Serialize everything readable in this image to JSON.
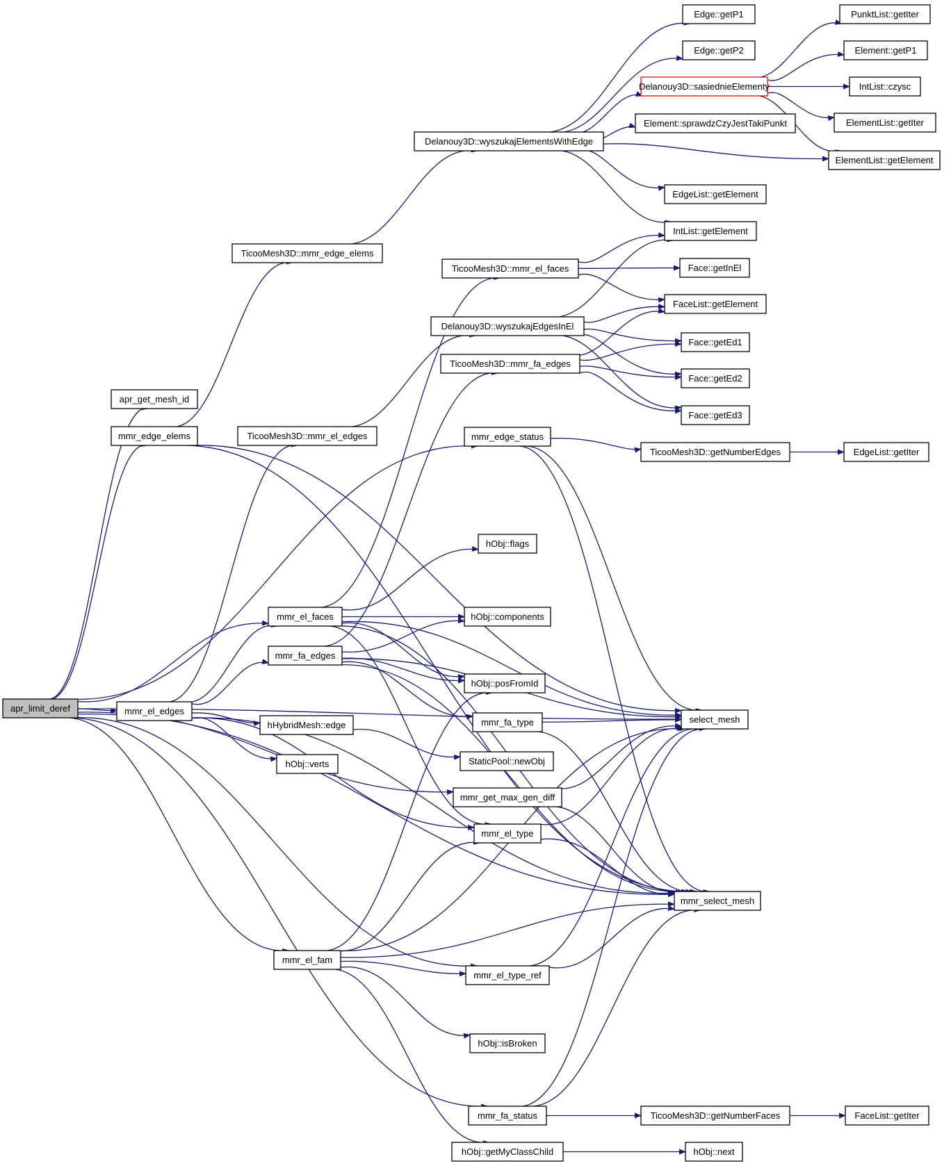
{
  "colors": {
    "edge": "#191970",
    "root_fill": "#bfbfbf",
    "highlight_border": "#ff0000"
  },
  "nodes": [
    {
      "id": "root",
      "label": "apr_limit_deref",
      "style": "root"
    },
    {
      "id": "apr_get_mesh_id",
      "label": "apr_get_mesh_id"
    },
    {
      "id": "mmr_edge_elems",
      "label": "mmr_edge_elems"
    },
    {
      "id": "mmr_el_edges",
      "label": "mmr_el_edges"
    },
    {
      "id": "T_edge_elems",
      "label": "TicooMesh3D::mmr_edge_elems"
    },
    {
      "id": "T_el_edges",
      "label": "TicooMesh3D::mmr_el_edges"
    },
    {
      "id": "D_wyszElWE",
      "label": "Delanouy3D::wyszukajElementsWithEdge"
    },
    {
      "id": "T_el_faces",
      "label": "TicooMesh3D::mmr_el_faces"
    },
    {
      "id": "D_wyszEdgesInEl",
      "label": "Delanouy3D::wyszukajEdgesInEl"
    },
    {
      "id": "T_fa_edges",
      "label": "TicooMesh3D::mmr_fa_edges"
    },
    {
      "id": "mmr_edge_status",
      "label": "mmr_edge_status"
    },
    {
      "id": "hObj_flags",
      "label": "hObj::flags"
    },
    {
      "id": "mmr_el_faces",
      "label": "mmr_el_faces"
    },
    {
      "id": "hObj_components",
      "label": "hObj::components"
    },
    {
      "id": "mmr_fa_edges",
      "label": "mmr_fa_edges"
    },
    {
      "id": "hObj_posFromId",
      "label": "hObj::posFromId"
    },
    {
      "id": "mmr_fa_type",
      "label": "mmr_fa_type"
    },
    {
      "id": "hHybridMesh_edge",
      "label": "hHybridMesh::edge"
    },
    {
      "id": "StaticPool_newObj",
      "label": "StaticPool::newObj"
    },
    {
      "id": "hObj_verts",
      "label": "hObj::verts"
    },
    {
      "id": "mmr_get_max_gen_diff",
      "label": "mmr_get_max_gen_diff"
    },
    {
      "id": "mmr_el_type",
      "label": "mmr_el_type"
    },
    {
      "id": "mmr_el_fam",
      "label": "mmr_el_fam"
    },
    {
      "id": "mmr_el_type_ref",
      "label": "mmr_el_type_ref"
    },
    {
      "id": "hObj_isBroken",
      "label": "hObj::isBroken"
    },
    {
      "id": "mmr_fa_status",
      "label": "mmr_fa_status"
    },
    {
      "id": "hObj_getMyClassChild",
      "label": "hObj::getMyClassChild"
    },
    {
      "id": "Edge_getP1",
      "label": "Edge::getP1"
    },
    {
      "id": "Edge_getP2",
      "label": "Edge::getP2"
    },
    {
      "id": "D_sasiednie",
      "label": "Delanouy3D::sasiednieElementy",
      "style": "highlight"
    },
    {
      "id": "Element_sprawdz",
      "label": "Element::sprawdzCzyJestTakiPunkt"
    },
    {
      "id": "EdgeList_getElement",
      "label": "EdgeList::getElement"
    },
    {
      "id": "IntList_getElement",
      "label": "IntList::getElement"
    },
    {
      "id": "Face_getInEl",
      "label": "Face::getInEl"
    },
    {
      "id": "FaceList_getElement",
      "label": "FaceList::getElement"
    },
    {
      "id": "Face_getEd1",
      "label": "Face::getEd1"
    },
    {
      "id": "Face_getEd2",
      "label": "Face::getEd2"
    },
    {
      "id": "Face_getEd3",
      "label": "Face::getEd3"
    },
    {
      "id": "T_getNumberEdges",
      "label": "TicooMesh3D::getNumberEdges"
    },
    {
      "id": "select_mesh",
      "label": "select_mesh"
    },
    {
      "id": "mmr_select_mesh",
      "label": "mmr_select_mesh"
    },
    {
      "id": "T_getNumberFaces",
      "label": "TicooMesh3D::getNumberFaces"
    },
    {
      "id": "hObj_next",
      "label": "hObj::next"
    },
    {
      "id": "PunktList_getIter",
      "label": "PunktList::getIter"
    },
    {
      "id": "Element_getP1",
      "label": "Element::getP1"
    },
    {
      "id": "IntList_czysc",
      "label": "IntList::czysc"
    },
    {
      "id": "ElementList_getIter",
      "label": "ElementList::getIter"
    },
    {
      "id": "ElementList_getElement",
      "label": "ElementList::getElement"
    },
    {
      "id": "EdgeList_getIter",
      "label": "EdgeList::getIter"
    },
    {
      "id": "FaceList_getIter",
      "label": "FaceList::getIter"
    }
  ],
  "edges": [
    [
      "root",
      "apr_get_mesh_id"
    ],
    [
      "root",
      "mmr_edge_elems"
    ],
    [
      "root",
      "mmr_el_edges"
    ],
    [
      "root",
      "mmr_edge_status"
    ],
    [
      "root",
      "mmr_el_faces"
    ],
    [
      "root",
      "select_mesh"
    ],
    [
      "root",
      "mmr_get_max_gen_diff"
    ],
    [
      "root",
      "mmr_el_fam"
    ],
    [
      "root",
      "mmr_el_type_ref"
    ],
    [
      "root",
      "mmr_fa_status"
    ],
    [
      "root",
      "mmr_select_mesh"
    ],
    [
      "mmr_edge_elems",
      "T_edge_elems"
    ],
    [
      "mmr_edge_elems",
      "select_mesh"
    ],
    [
      "mmr_edge_elems",
      "mmr_select_mesh"
    ],
    [
      "T_edge_elems",
      "D_wyszElWE"
    ],
    [
      "D_wyszElWE",
      "Edge_getP1"
    ],
    [
      "D_wyszElWE",
      "Edge_getP2"
    ],
    [
      "D_wyszElWE",
      "D_sasiednie"
    ],
    [
      "D_wyszElWE",
      "Element_sprawdz"
    ],
    [
      "D_wyszElWE",
      "ElementList_getElement"
    ],
    [
      "D_wyszElWE",
      "EdgeList_getElement"
    ],
    [
      "D_wyszElWE",
      "IntList_getElement"
    ],
    [
      "D_sasiednie",
      "PunktList_getIter"
    ],
    [
      "D_sasiednie",
      "Element_getP1"
    ],
    [
      "D_sasiednie",
      "IntList_czysc"
    ],
    [
      "D_sasiednie",
      "ElementList_getIter"
    ],
    [
      "D_sasiednie",
      "ElementList_getElement"
    ],
    [
      "mmr_el_edges",
      "T_el_edges"
    ],
    [
      "mmr_el_edges",
      "mmr_el_faces"
    ],
    [
      "mmr_el_edges",
      "mmr_fa_edges"
    ],
    [
      "mmr_el_edges",
      "hHybridMesh_edge"
    ],
    [
      "mmr_el_edges",
      "hObj_verts"
    ],
    [
      "mmr_el_edges",
      "mmr_el_type"
    ],
    [
      "mmr_el_edges",
      "mmr_select_mesh"
    ],
    [
      "T_el_edges",
      "D_wyszEdgesInEl"
    ],
    [
      "D_wyszEdgesInEl",
      "IntList_getElement"
    ],
    [
      "D_wyszEdgesInEl",
      "FaceList_getElement"
    ],
    [
      "D_wyszEdgesInEl",
      "Face_getEd1"
    ],
    [
      "D_wyszEdgesInEl",
      "Face_getEd2"
    ],
    [
      "D_wyszEdgesInEl",
      "Face_getEd3"
    ],
    [
      "mmr_el_faces",
      "T_el_faces"
    ],
    [
      "mmr_el_faces",
      "hObj_flags"
    ],
    [
      "mmr_el_faces",
      "hObj_components"
    ],
    [
      "mmr_el_faces",
      "hObj_posFromId"
    ],
    [
      "mmr_el_faces",
      "select_mesh"
    ],
    [
      "mmr_el_faces",
      "mmr_select_mesh"
    ],
    [
      "mmr_el_faces",
      "mmr_el_type"
    ],
    [
      "T_el_faces",
      "IntList_getElement"
    ],
    [
      "T_el_faces",
      "Face_getInEl"
    ],
    [
      "T_el_faces",
      "FaceList_getElement"
    ],
    [
      "mmr_fa_edges",
      "T_fa_edges"
    ],
    [
      "mmr_fa_edges",
      "hObj_components"
    ],
    [
      "mmr_fa_edges",
      "hObj_posFromId"
    ],
    [
      "mmr_fa_edges",
      "mmr_fa_type"
    ],
    [
      "mmr_fa_edges",
      "select_mesh"
    ],
    [
      "mmr_fa_edges",
      "mmr_select_mesh"
    ],
    [
      "T_fa_edges",
      "FaceList_getElement"
    ],
    [
      "T_fa_edges",
      "Face_getEd1"
    ],
    [
      "T_fa_edges",
      "Face_getEd2"
    ],
    [
      "T_fa_edges",
      "Face_getEd3"
    ],
    [
      "mmr_edge_status",
      "T_getNumberEdges"
    ],
    [
      "mmr_edge_status",
      "select_mesh"
    ],
    [
      "mmr_edge_status",
      "mmr_select_mesh"
    ],
    [
      "T_getNumberEdges",
      "EdgeList_getIter"
    ],
    [
      "hHybridMesh_edge",
      "StaticPool_newObj"
    ],
    [
      "mmr_fa_type",
      "select_mesh"
    ],
    [
      "mmr_fa_type",
      "mmr_select_mesh"
    ],
    [
      "mmr_get_max_gen_diff",
      "select_mesh"
    ],
    [
      "mmr_get_max_gen_diff",
      "mmr_select_mesh"
    ],
    [
      "mmr_el_type",
      "select_mesh"
    ],
    [
      "mmr_el_type",
      "mmr_select_mesh"
    ],
    [
      "mmr_el_fam",
      "hObj_posFromId"
    ],
    [
      "mmr_el_fam",
      "mmr_el_type"
    ],
    [
      "mmr_el_fam",
      "mmr_el_type_ref"
    ],
    [
      "mmr_el_fam",
      "hObj_isBroken"
    ],
    [
      "mmr_el_fam",
      "hObj_getMyClassChild"
    ],
    [
      "mmr_el_fam",
      "select_mesh"
    ],
    [
      "mmr_el_fam",
      "mmr_select_mesh"
    ],
    [
      "mmr_el_type_ref",
      "select_mesh"
    ],
    [
      "mmr_el_type_ref",
      "mmr_select_mesh"
    ],
    [
      "mmr_fa_status",
      "T_getNumberFaces"
    ],
    [
      "mmr_fa_status",
      "select_mesh"
    ],
    [
      "mmr_fa_status",
      "mmr_select_mesh"
    ],
    [
      "T_getNumberFaces",
      "FaceList_getIter"
    ],
    [
      "hObj_getMyClassChild",
      "hObj_next"
    ]
  ]
}
